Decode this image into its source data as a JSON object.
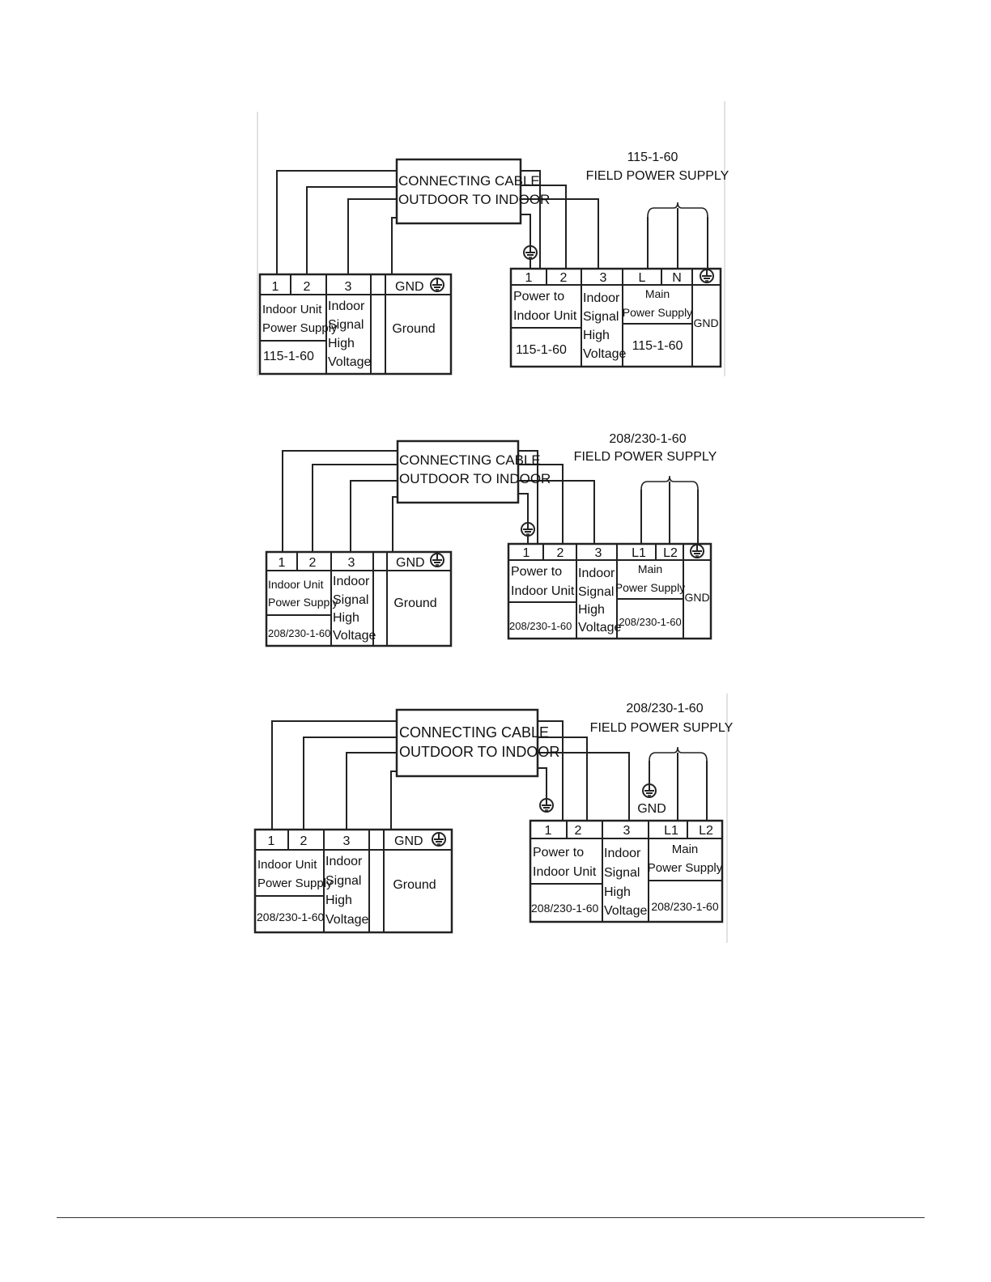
{
  "diagrams": [
    {
      "cable": [
        "CONNECTING CABLE",
        "OUTDOOR TO INDOOR"
      ],
      "supply": [
        "115-1-60",
        "FIELD POWER SUPPLY"
      ],
      "indoor": {
        "terminals": [
          "1",
          "2",
          "3",
          "GND"
        ],
        "power_label": [
          "Indoor Unit",
          "Power Supply"
        ],
        "power_rating": "115-1-60",
        "signal_label": [
          "Indoor",
          "Signal",
          "High",
          "Voltage"
        ],
        "ground_label": "Ground"
      },
      "outdoor": {
        "terminals": [
          "1",
          "2",
          "3",
          "L",
          "N"
        ],
        "power_label": [
          "Power  to",
          "Indoor Unit"
        ],
        "power_rating": "115-1-60",
        "signal_label": [
          "Indoor",
          "Signal",
          "High",
          "Voltage"
        ],
        "main_label": [
          "Main",
          "Power Supply"
        ],
        "main_rating": "115-1-60",
        "gnd_label": "GND"
      }
    },
    {
      "cable": [
        "CONNECTING CABLE",
        "OUTDOOR TO INDOOR"
      ],
      "supply": [
        "208/230-1-60",
        "FIELD POWER SUPPLY"
      ],
      "indoor": {
        "terminals": [
          "1",
          "2",
          "3",
          "GND"
        ],
        "power_label": [
          "Indoor Unit",
          "Power Supply"
        ],
        "power_rating": "208/230-1-60",
        "signal_label": [
          "Indoor",
          "Signal",
          "High",
          "Voltage"
        ],
        "ground_label": "Ground"
      },
      "outdoor": {
        "terminals": [
          "1",
          "2",
          "3",
          "L1",
          "L2"
        ],
        "power_label": [
          "Power  to",
          "Indoor Unit"
        ],
        "power_rating": "208/230-1-60",
        "signal_label": [
          "Indoor",
          "Signal",
          "High",
          "Voltage"
        ],
        "main_label": [
          "Main",
          "Power Supply"
        ],
        "main_rating": "208/230-1-60",
        "gnd_label": "GND"
      }
    },
    {
      "cable": [
        "CONNECTING CABLE",
        "OUTDOOR TO INDOOR"
      ],
      "supply": [
        "208/230-1-60",
        "FIELD POWER SUPPLY"
      ],
      "supply_gnd_label": "GND",
      "indoor": {
        "terminals": [
          "1",
          "2",
          "3",
          "GND"
        ],
        "power_label": [
          "Indoor Unit",
          "Power Supply"
        ],
        "power_rating": "208/230-1-60",
        "signal_label": [
          "Indoor",
          "Signal",
          "High",
          "Voltage"
        ],
        "ground_label": "Ground"
      },
      "outdoor": {
        "terminals": [
          "1",
          "2",
          "3",
          "L1",
          "L2"
        ],
        "power_label": [
          "Power  to",
          "Indoor Unit"
        ],
        "power_rating": "208/230-1-60",
        "signal_label": [
          "Indoor",
          "Signal",
          "High",
          "Voltage"
        ],
        "main_label": [
          "Main",
          "Power Supply"
        ],
        "main_rating": "208/230-1-60"
      }
    }
  ]
}
